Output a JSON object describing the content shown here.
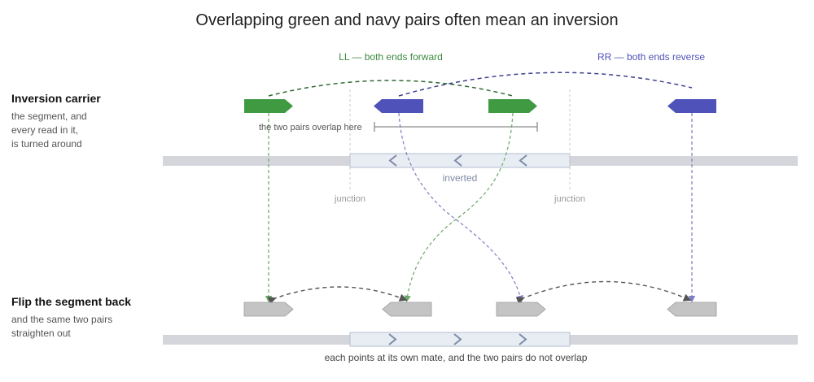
{
  "title": "Overlapping green and navy pairs often mean an inversion",
  "top_row": {
    "heading": "Inversion carrier",
    "lines": [
      "the segment, and",
      "every read in it,",
      "is turned around"
    ]
  },
  "bottom_row": {
    "heading": "Flip the segment back",
    "lines": [
      "and the same two pairs",
      "straighten out"
    ]
  },
  "legend": {
    "ll": "LL — both ends forward",
    "rr": "RR — both ends reverse"
  },
  "annotations": {
    "overlap": "the two pairs overlap here",
    "inverted": "inverted",
    "junction_left": "junction",
    "junction_right": "junction",
    "footer": "each points at its own mate, and the two pairs do not overlap"
  },
  "colors": {
    "green": "#3f9a42",
    "navy": "#4f52b8",
    "gray_read": "#c4c4c4",
    "genome_bar": "#d4d6dc",
    "segment_fill": "#e8edf4",
    "segment_stroke": "#b3bfd0",
    "chevron": "#7d8ba6",
    "green_line": "#2f6a34",
    "navy_line": "#3f3f92"
  }
}
